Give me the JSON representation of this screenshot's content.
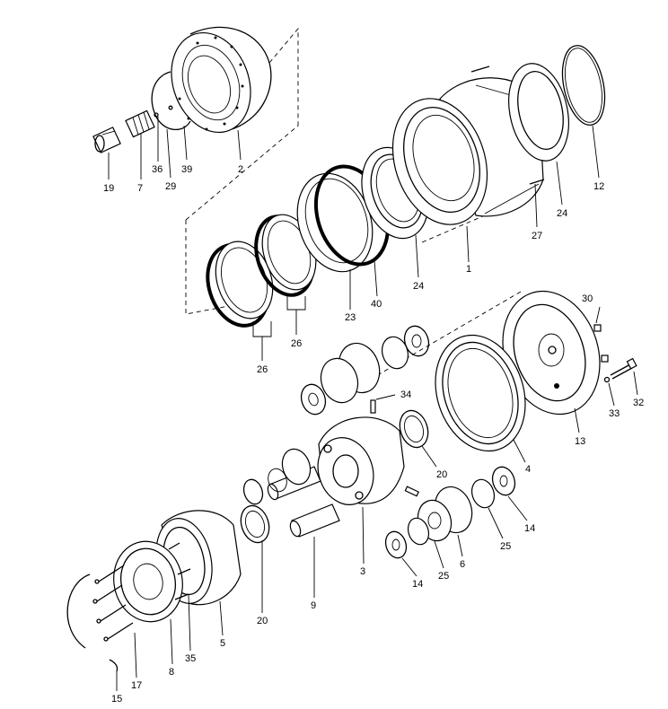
{
  "diagram": {
    "labels": [
      {
        "id": "p19",
        "text": "19"
      },
      {
        "id": "p7",
        "text": "7"
      },
      {
        "id": "p29",
        "text": "29"
      },
      {
        "id": "p36",
        "text": "36"
      },
      {
        "id": "p39",
        "text": "39"
      },
      {
        "id": "p2",
        "text": "2"
      },
      {
        "id": "p12",
        "text": "12"
      },
      {
        "id": "p24a",
        "text": "24"
      },
      {
        "id": "p27",
        "text": "27"
      },
      {
        "id": "p1",
        "text": "1"
      },
      {
        "id": "p24b",
        "text": "24"
      },
      {
        "id": "p40",
        "text": "40"
      },
      {
        "id": "p23",
        "text": "23"
      },
      {
        "id": "p26a",
        "text": "26"
      },
      {
        "id": "p26b",
        "text": "26"
      },
      {
        "id": "p30",
        "text": "30"
      },
      {
        "id": "p32",
        "text": "32"
      },
      {
        "id": "p33",
        "text": "33"
      },
      {
        "id": "p13",
        "text": "13"
      },
      {
        "id": "p34",
        "text": "34"
      },
      {
        "id": "p4",
        "text": "4"
      },
      {
        "id": "p20a",
        "text": "20"
      },
      {
        "id": "p14a",
        "text": "14"
      },
      {
        "id": "p25a",
        "text": "25"
      },
      {
        "id": "p6",
        "text": "6"
      },
      {
        "id": "p25b",
        "text": "25"
      },
      {
        "id": "p14b",
        "text": "14"
      },
      {
        "id": "p3",
        "text": "3"
      },
      {
        "id": "p9",
        "text": "9"
      },
      {
        "id": "p20b",
        "text": "20"
      },
      {
        "id": "p5",
        "text": "5"
      },
      {
        "id": "p35",
        "text": "35"
      },
      {
        "id": "p8",
        "text": "8"
      },
      {
        "id": "p17",
        "text": "17"
      },
      {
        "id": "p15",
        "text": "15"
      }
    ]
  }
}
